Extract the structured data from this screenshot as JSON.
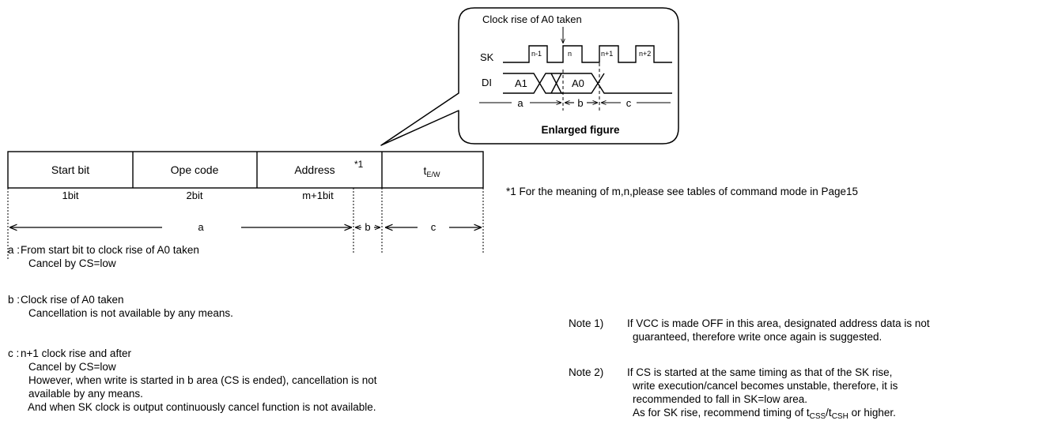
{
  "frame": {
    "fields": [
      {
        "label": "Start bit",
        "bits": "1bit"
      },
      {
        "label": "Ope code",
        "bits": "2bit"
      },
      {
        "label": "Address",
        "bits": "m+1bit",
        "mark": "*1"
      },
      {
        "label_base": "t",
        "label_sub": "E/W"
      }
    ],
    "regions": {
      "a": "a",
      "b": "b",
      "c": "c"
    }
  },
  "footnote": "*1 For the meaning of m,n,please see tables of command mode in Page15",
  "enlarged": {
    "title": "Clock rise of A0 taken",
    "caption": "Enlarged figure",
    "sk_label": "SK",
    "di_label": "DI",
    "pulses": [
      "n-1",
      "n",
      "n+1",
      "n+2"
    ],
    "di_values": [
      "A1",
      "A0"
    ],
    "regions": {
      "a": "a",
      "b": "b",
      "c": "c"
    }
  },
  "legend": {
    "a": {
      "tag": "a :",
      "lines": [
        "From start bit to clock rise of A0 taken",
        "Cancel by CS=low"
      ]
    },
    "b": {
      "tag": "b :",
      "lines": [
        "Clock rise of A0 taken",
        "Cancellation is not available by any means."
      ]
    },
    "c": {
      "tag": "c :",
      "lines": [
        "n+1 clock rise and after",
        "Cancel by CS=low",
        "However, when write is started in b area (CS is ended), cancellation is not",
        "available by any means.",
        "And when SK clock is output continuously cancel function is not available."
      ]
    }
  },
  "notes": [
    {
      "tag": "Note 1)",
      "lines": [
        "If VCC is made OFF in this area, designated address data is not",
        "guaranteed, therefore write once again is suggested."
      ]
    },
    {
      "tag": "Note 2)",
      "lines": [
        "If CS is started at the same timing as that of the SK rise,",
        "write execution/cancel becomes unstable, therefore, it is",
        "recommended to fall in SK=low area.",
        "As for SK rise, recommend timing of"
      ],
      "last_line": {
        "t1": "t",
        "s1": "CSS",
        "slash": "/t",
        "s2": "CSH",
        "tail": " or higher."
      }
    }
  ]
}
